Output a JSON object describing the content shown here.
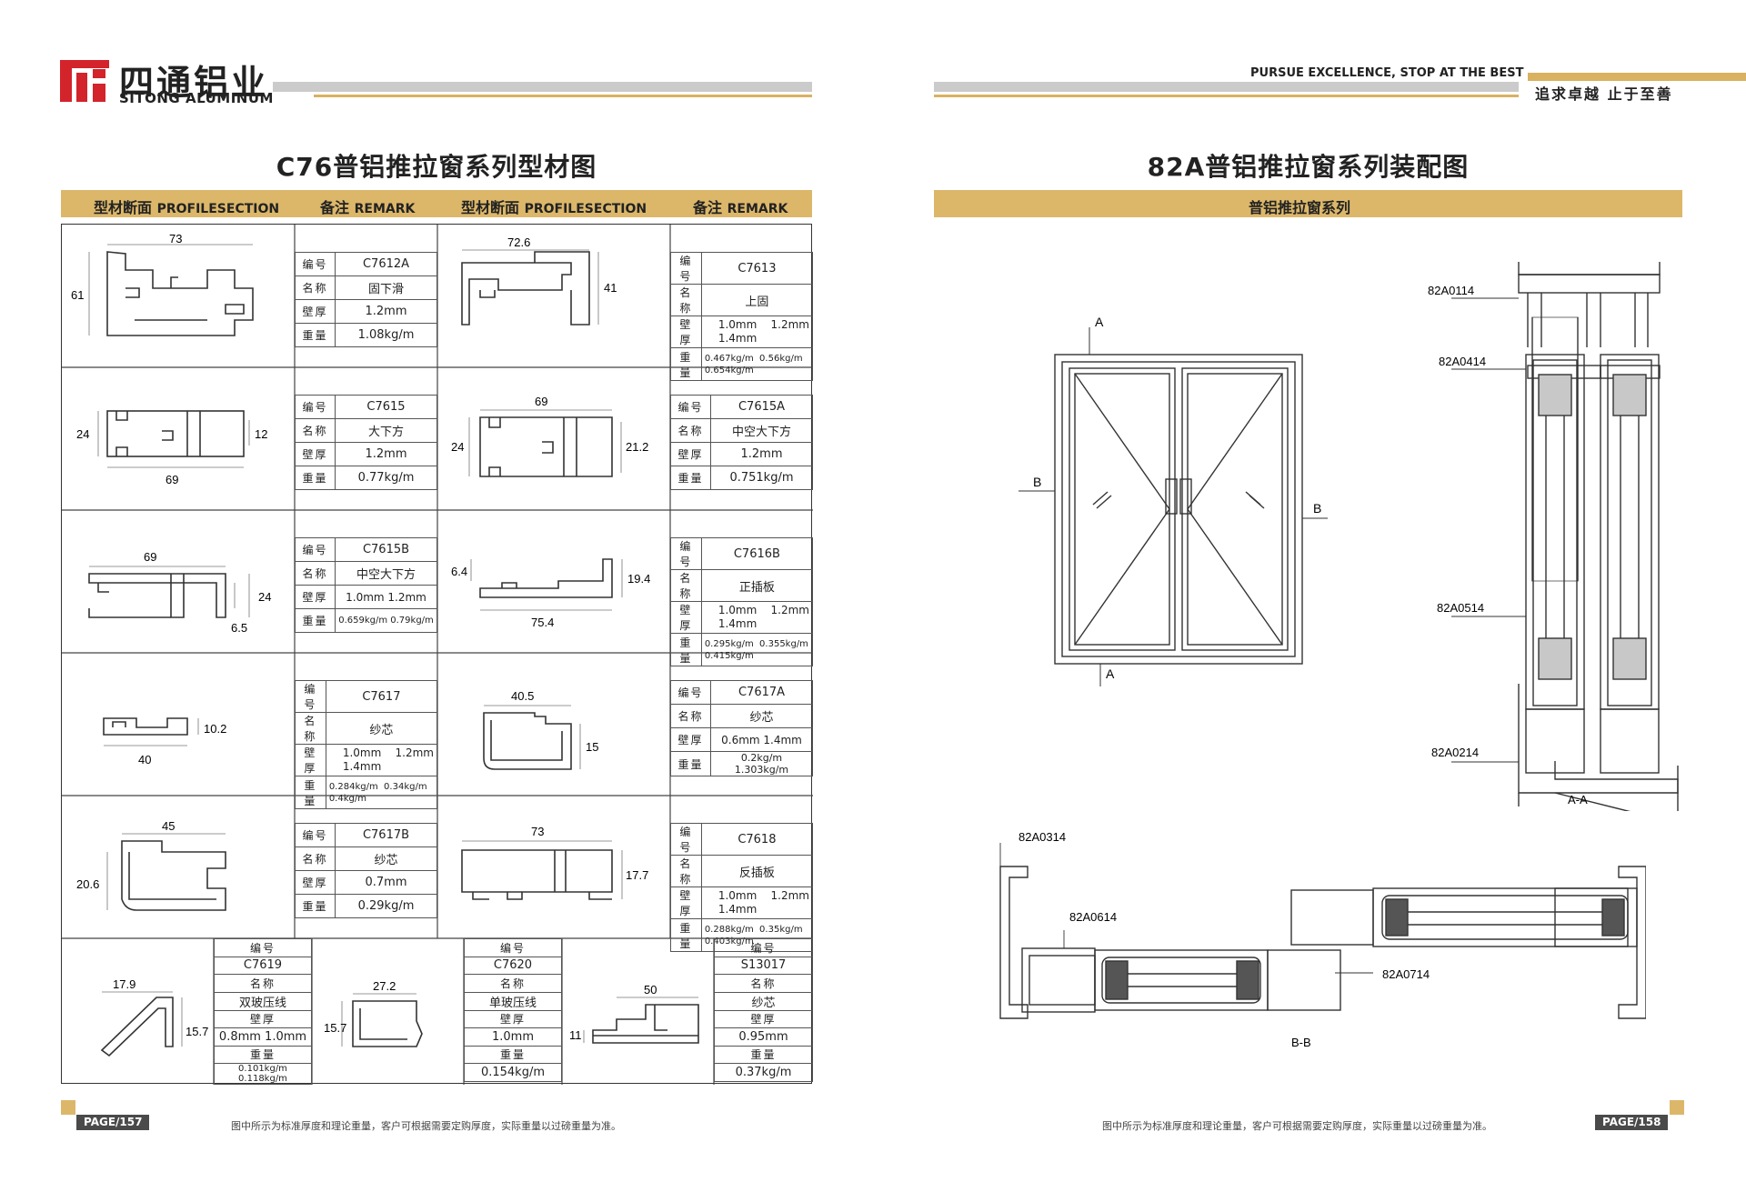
{
  "header": {
    "brand_cn": "四通铝业",
    "brand_en": "SITONG ALUMINUM",
    "slogan_en": "PURSUE EXCELLENCE, STOP AT THE BEST",
    "slogan_cn": "追求卓越  止于至善"
  },
  "left_page": {
    "title": "C76普铝推拉窗系列型材图",
    "col_headers": {
      "section_cn": "型材断面",
      "section_en": "PROFILESECTION",
      "remark_cn": "备注",
      "remark_en": "REMARK"
    },
    "keys": {
      "code": "编号",
      "name": "名称",
      "thickness": "壁厚",
      "weight": "重量"
    },
    "profiles": [
      {
        "code": "C7612A",
        "name": "固下滑",
        "thickness": "1.2mm",
        "weight": "1.08kg/m",
        "dims": [
          "73",
          "61"
        ]
      },
      {
        "code": "C7613",
        "name": "上固",
        "thickness": "1.0mm    1.2mm\n1.4mm",
        "weight": "0.467kg/m  0.56kg/m\n0.654kg/m",
        "dims": [
          "72.6",
          "41"
        ]
      },
      {
        "code": "C7615",
        "name": "大下方",
        "thickness": "1.2mm",
        "weight": "0.77kg/m",
        "dims": [
          "24",
          "12",
          "69"
        ]
      },
      {
        "code": "C7615A",
        "name": "中空大下方",
        "thickness": "1.2mm",
        "weight": "0.751kg/m",
        "dims": [
          "69",
          "24",
          "21.2"
        ]
      },
      {
        "code": "C7615B",
        "name": "中空大下方",
        "thickness": "1.0mm    1.2mm",
        "weight": "0.659kg/m  0.79kg/m",
        "dims": [
          "69",
          "6.5",
          "24"
        ]
      },
      {
        "code": "C7616B",
        "name": "正插板",
        "thickness": "1.0mm    1.2mm\n1.4mm",
        "weight": "0.295kg/m  0.355kg/m\n0.415kg/m",
        "dims": [
          "6.4",
          "19.4",
          "75.4"
        ]
      },
      {
        "code": "C7617",
        "name": "纱芯",
        "thickness": "1.0mm    1.2mm\n1.4mm",
        "weight": "0.284kg/m  0.34kg/m\n0.4kg/m",
        "dims": [
          "10.2",
          "40"
        ]
      },
      {
        "code": "C7617A",
        "name": "纱芯",
        "thickness": "0.6mm  1.4mm",
        "weight": "0.2kg/m  1.303kg/m",
        "dims": [
          "40.5",
          "15"
        ]
      },
      {
        "code": "C7617B",
        "name": "纱芯",
        "thickness": "0.7mm",
        "weight": "0.29kg/m",
        "dims": [
          "45",
          "20.6"
        ]
      },
      {
        "code": "C7618",
        "name": "反插板",
        "thickness": "1.0mm    1.2mm\n1.4mm",
        "weight": "0.288kg/m  0.35kg/m\n0.403kg/m",
        "dims": [
          "73",
          "17.7"
        ]
      }
    ],
    "bottom_profiles": [
      {
        "code": "C7619",
        "name": "双玻压线",
        "thickness": "0.8mm  1.0mm",
        "weight": "0.101kg/m  0.118kg/m",
        "dims": [
          "17.9",
          "15.7"
        ]
      },
      {
        "code": "C7620",
        "name": "单玻压线",
        "thickness": "1.0mm",
        "weight": "0.154kg/m",
        "dims": [
          "27.2",
          "15.7"
        ]
      },
      {
        "code": "S13017",
        "name": "纱芯",
        "thickness": "0.95mm",
        "weight": "0.37kg/m",
        "dims": [
          "50",
          "11"
        ]
      }
    ],
    "footer_note": "图中所示为标准厚度和理论重量，客户可根据需要定购厚度，实际重量以过磅重量为准。",
    "page_label": "PAGE/157"
  },
  "right_page": {
    "title": "82A普铝推拉窗系列装配图",
    "subtitle": "普铝推拉窗系列",
    "window_marks": {
      "a_top": "A",
      "a_bottom": "A",
      "b_left": "B",
      "b_right": "B"
    },
    "aa_labels": [
      "82A0114",
      "82A0414",
      "82A0514",
      "82A0214"
    ],
    "aa_caption": "A-A",
    "bb_labels": [
      "82A0314",
      "82A0614",
      "82A0714"
    ],
    "bb_caption": "B-B",
    "footer_note": "图中所示为标准厚度和理论重量，客户可根据需要定购厚度，实际重量以过磅重量为准。",
    "page_label": "PAGE/158"
  },
  "colors": {
    "gold": "#dcb76a",
    "grey_bar": "#cbcbcb",
    "brand_red": "#d3232b"
  }
}
